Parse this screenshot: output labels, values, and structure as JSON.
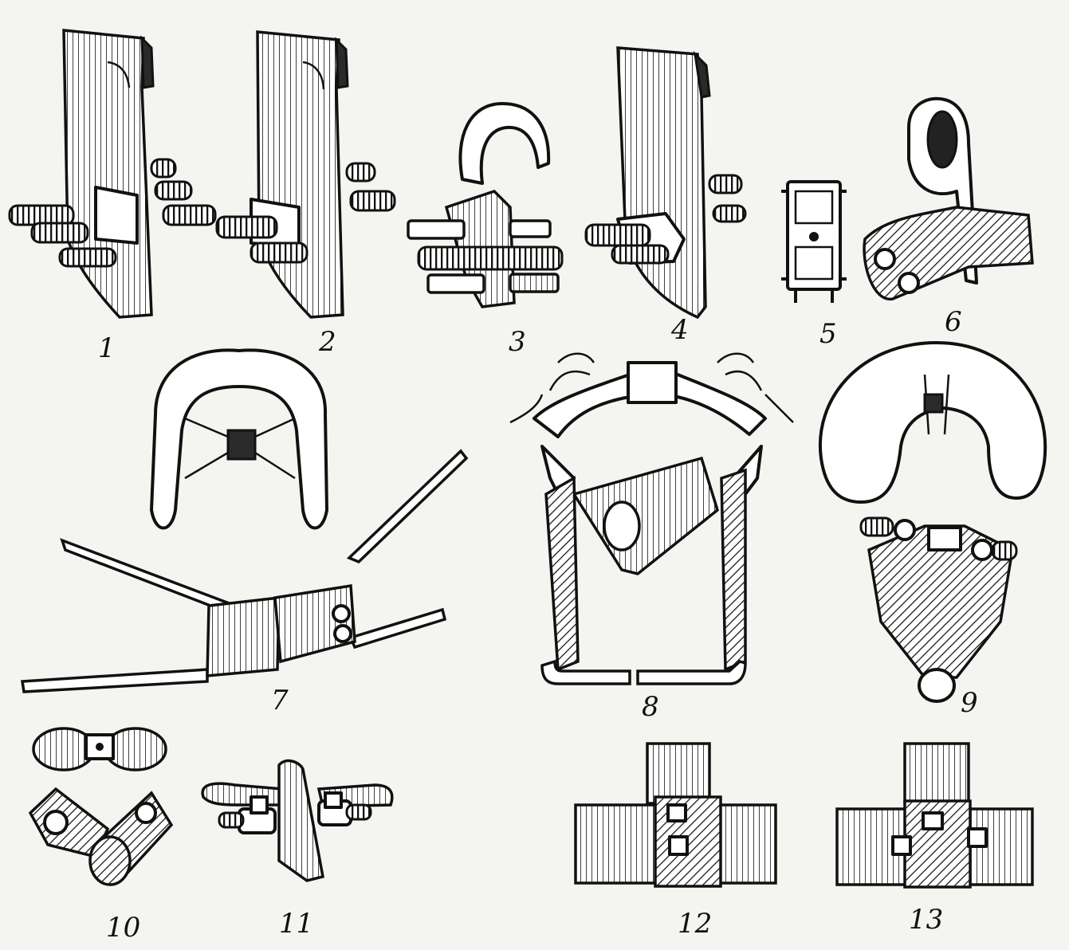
{
  "figure": {
    "labels": [
      "1",
      "2",
      "3",
      "4",
      "5",
      "6",
      "7",
      "8",
      "9",
      "10",
      "11",
      "12",
      "13"
    ]
  }
}
